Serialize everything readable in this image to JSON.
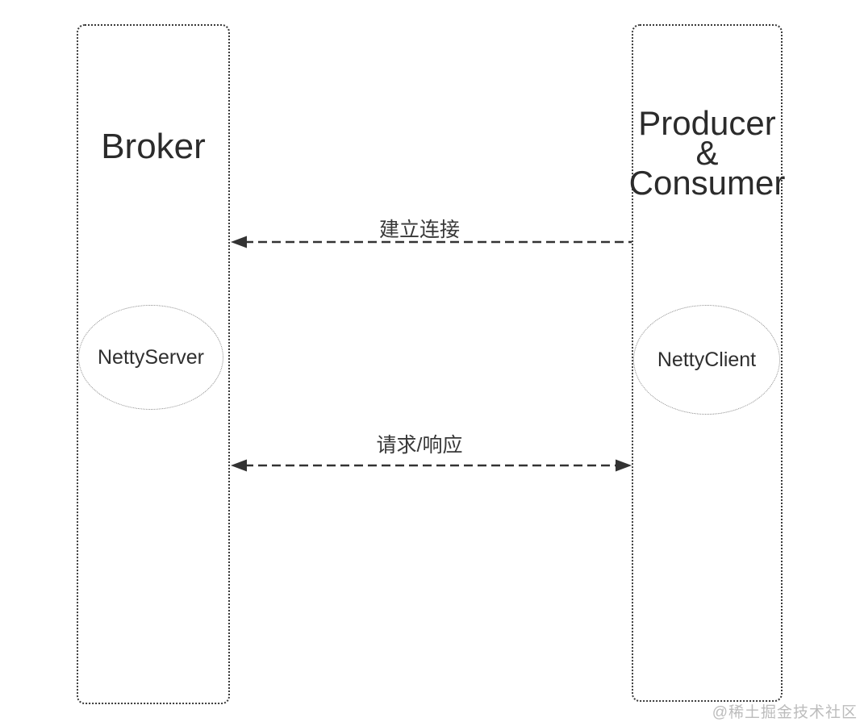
{
  "diagram": {
    "broker_box": {
      "label": "Broker"
    },
    "producer_consumer_box": {
      "lines": [
        "Producer",
        "&",
        "Consumer"
      ]
    },
    "netty_server": {
      "label": "NettyServer"
    },
    "netty_client": {
      "label": "NettyClient"
    },
    "arrows": [
      {
        "label": "建立连接",
        "style": "dashed",
        "direction": "right-to-left",
        "from": "Producer & Consumer",
        "to": "Broker"
      },
      {
        "label": "请求/响应",
        "style": "dashed",
        "direction": "bidirectional",
        "between": [
          "Broker",
          "Producer & Consumer"
        ]
      }
    ],
    "watermark": "@稀土掘金技术社区",
    "colors": {
      "line": "#333333",
      "box_border": "#3a3a3a",
      "ellipse_border": "#8a8a8a",
      "text": "#2b2b2b",
      "watermark": "#bcbcbc",
      "background": "#ffffff"
    }
  }
}
